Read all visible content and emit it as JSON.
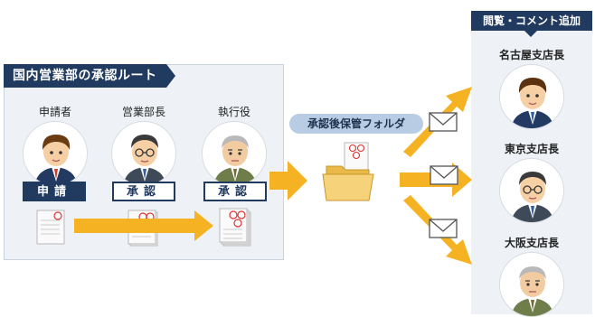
{
  "route": {
    "title": "国内営業部の承認ルート",
    "persons": [
      {
        "role": "申請者",
        "tag": "申請"
      },
      {
        "role": "営業部長",
        "tag": "承認"
      },
      {
        "role": "執行役",
        "tag": "承認"
      }
    ]
  },
  "folder_label": "承認後保管フォルダ",
  "right_panel": {
    "title": "閲覧・コメント追加",
    "branches": [
      {
        "role": "名古屋支店長"
      },
      {
        "role": "東京支店長"
      },
      {
        "role": "大阪支店長"
      }
    ]
  },
  "colors": {
    "navy": "#213a5f",
    "arrow": "#f5b324",
    "panel": "#eef2f6",
    "label": "#b8cde3"
  },
  "icons": [
    "person-icon",
    "document-icon",
    "folder-icon",
    "mail-icon",
    "arrow-icon"
  ]
}
